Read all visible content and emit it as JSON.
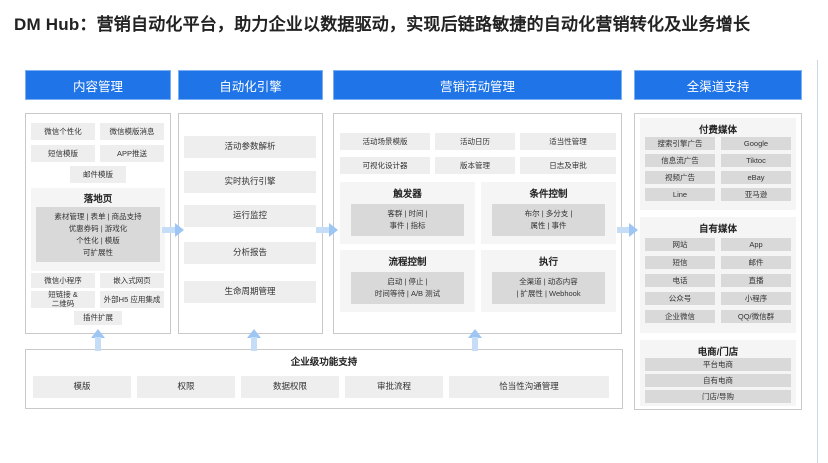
{
  "title": "DM Hub：营销自动化平台，助力企业以数据驱动，实现后链路敏捷的自动化营销转化及业务增长",
  "columns": {
    "content": {
      "header": "内容管理",
      "items": [
        "微信个性化",
        "微信模版消息",
        "短信模版",
        "APP推送",
        "邮件模版"
      ],
      "landing": {
        "title": "落地页",
        "lines": [
          "素材管理 | 表单 | 商品支持",
          "优惠券码 | 游戏化",
          "个性化 | 模版",
          "可扩展性"
        ]
      },
      "bottom_items": [
        "微信小程序",
        "嵌入式网页",
        "短链接 &\n二维码",
        "外部H5 应用集成",
        "插件扩展"
      ]
    },
    "automation": {
      "header": "自动化引擎",
      "items": [
        "活动参数解析",
        "实时执行引擎",
        "运行监控",
        "分析报告",
        "生命周期管理"
      ]
    },
    "marketing": {
      "header": "营销活动管理",
      "top_items": [
        "活动场景模版",
        "活动日历",
        "适当性管理",
        "可视化设计器",
        "版本管理",
        "日志及审批"
      ],
      "blocks": [
        {
          "title": "触发器",
          "lines": [
            "客群 | 时间 |",
            "事件 | 指标"
          ]
        },
        {
          "title": "条件控制",
          "lines": [
            "布尔 | 多分支 |",
            "属性 | 事件"
          ]
        },
        {
          "title": "流程控制",
          "lines": [
            "启动 | 停止 |",
            "时间等待 | A/B 测试"
          ]
        },
        {
          "title": "执行",
          "lines": [
            "全渠道 | 动态内容",
            "| 扩展性 | Webhook"
          ]
        }
      ]
    },
    "channels": {
      "header": "全渠道支持",
      "paid": {
        "title": "付费媒体",
        "items": [
          "搜索引擎广告",
          "Google",
          "信息流广告",
          "Tiktoc",
          "视频广告",
          "eBay",
          "Line",
          "亚马逊"
        ]
      },
      "owned": {
        "title": "自有媒体",
        "items": [
          "网站",
          "App",
          "短信",
          "邮件",
          "电话",
          "直播",
          "公众号",
          "小程序",
          "企业微信",
          "QQ/微信群"
        ]
      },
      "ecommerce": {
        "title": "电商/门店",
        "items": [
          "平台电商",
          "自有电商",
          "门店/导购"
        ]
      }
    }
  },
  "enterprise": {
    "title": "企业级功能支持",
    "items": [
      "模版",
      "权限",
      "数据权限",
      "审批流程",
      "恰当性沟通管理"
    ]
  },
  "colors": {
    "header": "#1f74e8",
    "arrow": "#9ec6f5",
    "box": "#eeeeee",
    "inner": "#d9d9d9"
  }
}
